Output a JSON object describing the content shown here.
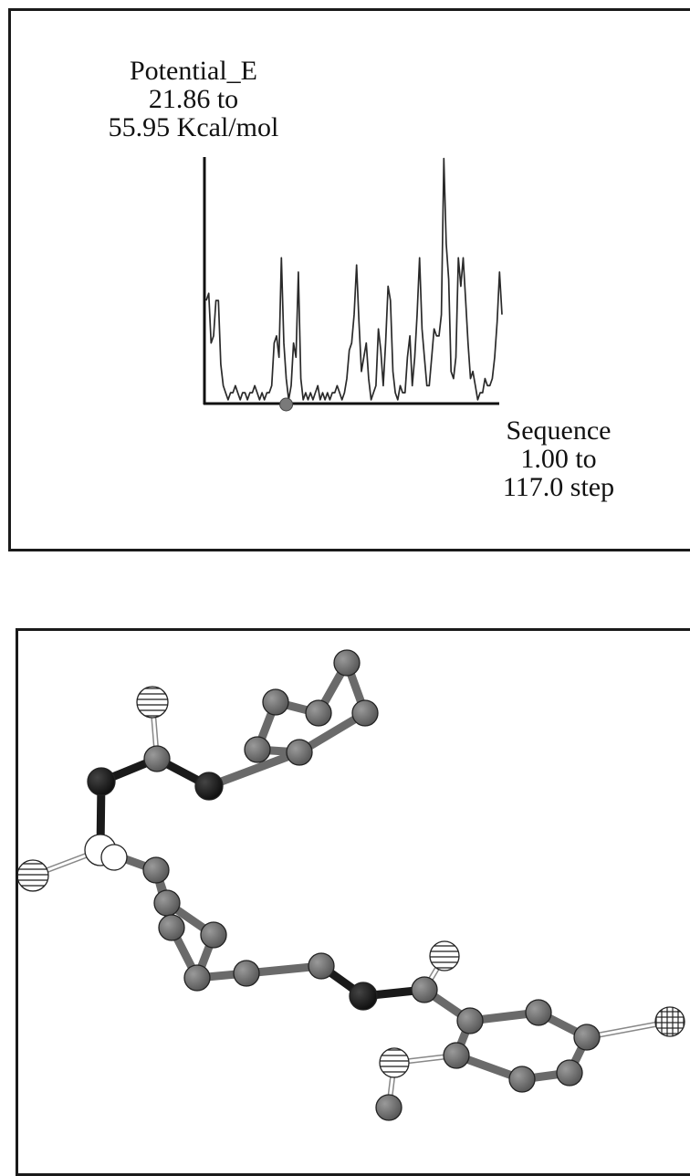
{
  "plot": {
    "y_label": [
      "Potential_E",
      "21.86 to",
      "55.95 Kcal/mol"
    ],
    "x_label": [
      "Sequence",
      "1.00 to",
      "117.0 step"
    ],
    "marker_step": 34
  },
  "chart_data": {
    "type": "line",
    "title": "",
    "xlabel": "Sequence",
    "ylabel": "Potential_E",
    "x_unit": "step",
    "y_unit": "Kcal/mol",
    "xlim": [
      1.0,
      117.0
    ],
    "ylim": [
      21.86,
      55.95
    ],
    "series": [
      {
        "values": [
          36,
          37,
          30,
          31,
          36,
          36,
          27,
          24,
          23,
          22,
          23,
          23,
          24,
          23,
          22,
          23,
          23,
          22,
          23,
          23,
          24,
          23,
          22,
          23,
          22,
          23,
          23,
          24,
          30,
          31,
          28,
          42,
          30,
          25,
          22,
          24,
          30,
          28,
          40,
          25,
          22,
          23,
          22,
          23,
          22,
          23,
          24,
          22,
          23,
          22,
          23,
          22,
          23,
          23,
          24,
          23,
          22,
          23,
          25,
          29,
          30,
          34,
          41,
          33,
          26,
          28,
          30,
          25,
          22,
          23,
          24,
          32,
          29,
          24,
          30,
          38,
          36,
          26,
          23,
          22,
          24,
          23,
          23,
          28,
          31,
          24,
          28,
          34,
          42,
          32,
          28,
          24,
          24,
          28,
          32,
          31,
          31,
          34,
          56,
          44,
          39,
          26,
          25,
          28,
          42,
          38,
          42,
          36,
          30,
          25,
          26,
          24,
          22,
          23,
          23,
          25,
          24,
          24,
          25,
          28,
          33,
          40,
          34
        ]
      }
    ]
  },
  "molecule": {
    "legend": {
      "carbon": "#6e6e6e",
      "nitrogen_or_oxygen_dark": "#1e1e1e",
      "hydrogen_striped": "#ffffff",
      "hetero_white": "#ffffff",
      "halogen_crosshatched": "#ffffff"
    }
  }
}
